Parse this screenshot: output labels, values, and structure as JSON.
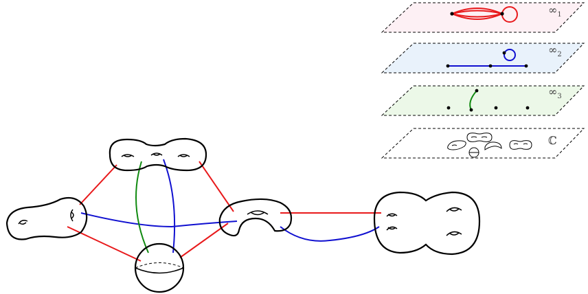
{
  "planes": [
    {
      "symbol": "∞",
      "subscript": "1",
      "fill": "#fdf0f4"
    },
    {
      "symbol": "∞",
      "subscript": "2",
      "fill": "#e9f2fb"
    },
    {
      "symbol": "∞",
      "subscript": "3",
      "fill": "#ecf8e8"
    },
    {
      "symbol": "ℂ",
      "subscript": "",
      "fill": "#ffffff"
    }
  ],
  "colors": {
    "red": "#e8191b",
    "blue": "#1010d0",
    "green": "#108a10"
  }
}
